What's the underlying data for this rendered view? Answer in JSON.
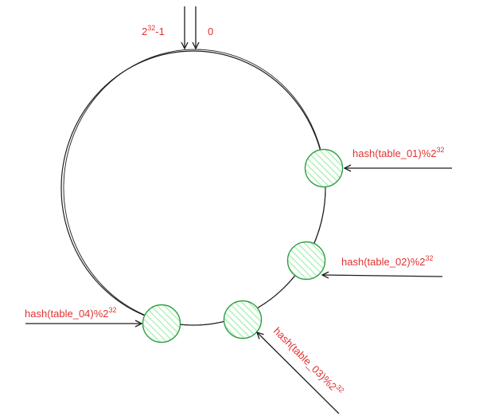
{
  "diagram": {
    "ring": {
      "left_label": {
        "base": "2",
        "exp": "32",
        "suffix": "-1"
      },
      "right_label": "0"
    },
    "nodes": [
      {
        "id": "table_01",
        "label": {
          "base": "hash(table_01)%2",
          "exp": "32"
        }
      },
      {
        "id": "table_02",
        "label": {
          "base": "hash(table_02)%2",
          "exp": "32"
        }
      },
      {
        "id": "table_03",
        "label": {
          "base": "hash(table_03)%2",
          "exp": "32"
        }
      },
      {
        "id": "table_04",
        "label": {
          "base": "hash(table_04)%2",
          "exp": "32"
        }
      }
    ],
    "colors": {
      "stroke": "#1e1e1e",
      "label": "#e03131",
      "node_stroke": "#2f9e44",
      "node_fill": "#b2f2bb"
    }
  }
}
